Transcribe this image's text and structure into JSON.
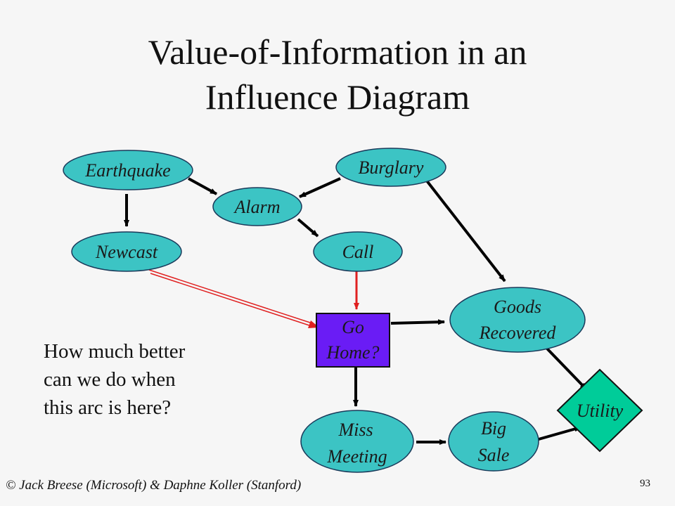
{
  "title_line1": "Value-of-Information in an",
  "title_line2": "Influence Diagram",
  "question": [
    "How much better",
    "can we do when",
    "this arc is here?"
  ],
  "footer": "© Jack Breese (Microsoft) & Daphne Koller (Stanford)",
  "page_number": "93",
  "colors": {
    "chance": "#3cc4c4",
    "decision": "#6a1cf5",
    "utility": "#00cc99",
    "arc": "#000000",
    "info_arc": "#e02020"
  },
  "nodes": {
    "earthquake": [
      "Earthquake"
    ],
    "burglary": [
      "Burglary"
    ],
    "alarm": [
      "Alarm"
    ],
    "newcast": [
      "Newcast"
    ],
    "call": [
      "Call"
    ],
    "go_home": [
      "Go",
      "Home?"
    ],
    "goods_recovered": [
      "Goods",
      "Recovered"
    ],
    "miss_meeting": [
      "Miss",
      "Meeting"
    ],
    "big_sale": [
      "Big",
      "Sale"
    ],
    "utility": [
      "Utility"
    ]
  }
}
